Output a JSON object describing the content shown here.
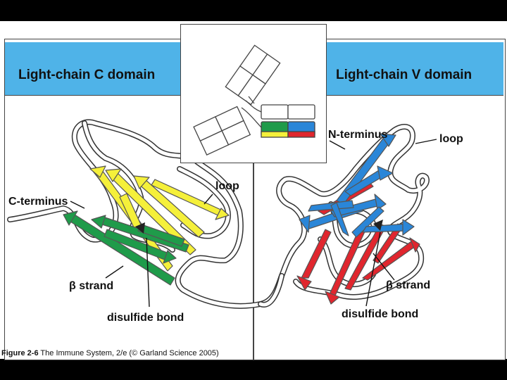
{
  "panels": {
    "left_title": "Light-chain C domain",
    "right_title": "Light-chain V domain"
  },
  "labels": {
    "left": {
      "loop": "loop",
      "c_terminus": "C-terminus",
      "beta_strand": "β strand",
      "disulfide_bond": "disulfide bond"
    },
    "right": {
      "n_terminus": "N-terminus",
      "loop": "loop",
      "beta_strand": "β strand",
      "disulfide_bond": "disulfide bond"
    }
  },
  "caption": {
    "figure": "Figure 2-6",
    "text": " The Immune System, 2/e (© Garland Science 2005)"
  },
  "colors": {
    "header": "#4fb3e8",
    "yellow": "#f5f03a",
    "green": "#1f9b4a",
    "blue": "#2a86d8",
    "red": "#e0262e"
  }
}
